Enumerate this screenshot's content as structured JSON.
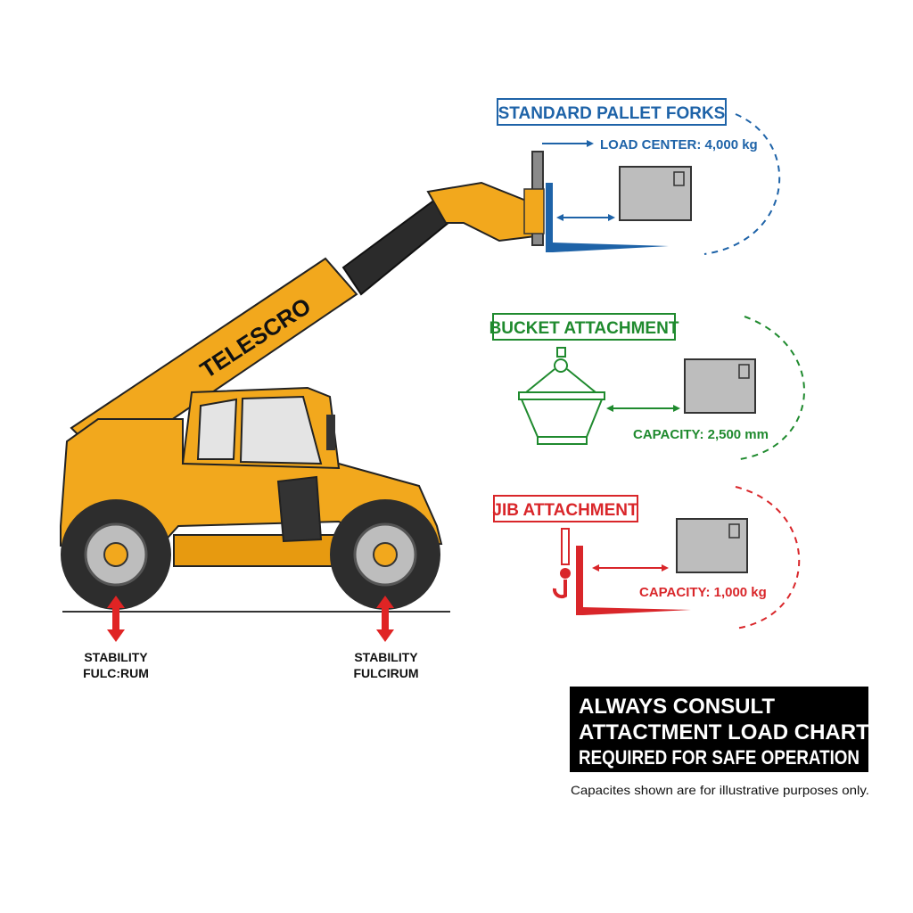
{
  "machine": {
    "boom_brand": "TELESCRO",
    "body_color": "#F2A81D",
    "fulcrum_labels": [
      {
        "line1": "STABILITY",
        "line2": "FULC:RUM"
      },
      {
        "line1": "STABILITY",
        "line2": "FULCIRUM"
      }
    ]
  },
  "attachments": [
    {
      "title": "STANDARD PALLET FORKS",
      "spec": "LOAD CENTER: 4,000 kg",
      "color": "#1E63A8",
      "icon": "pallet-forks-icon"
    },
    {
      "title": "BUCKET ATTACHMENT",
      "spec": "CAPACITY: 2,500 mm",
      "color": "#1F8A2E",
      "icon": "bucket-icon"
    },
    {
      "title": "JIB ATTACHMENT",
      "spec": "CAPACITY: 1,000 kg",
      "color": "#D9262A",
      "icon": "jib-hook-icon"
    }
  ],
  "warning": {
    "lines": [
      "ALWAYS CONSULT",
      "ATTACTMENT LOAD CHART",
      "REQUIRED FOR SAFE OPERATION"
    ],
    "disclaimer": "Capacites shown are for illustrative purposes only."
  }
}
